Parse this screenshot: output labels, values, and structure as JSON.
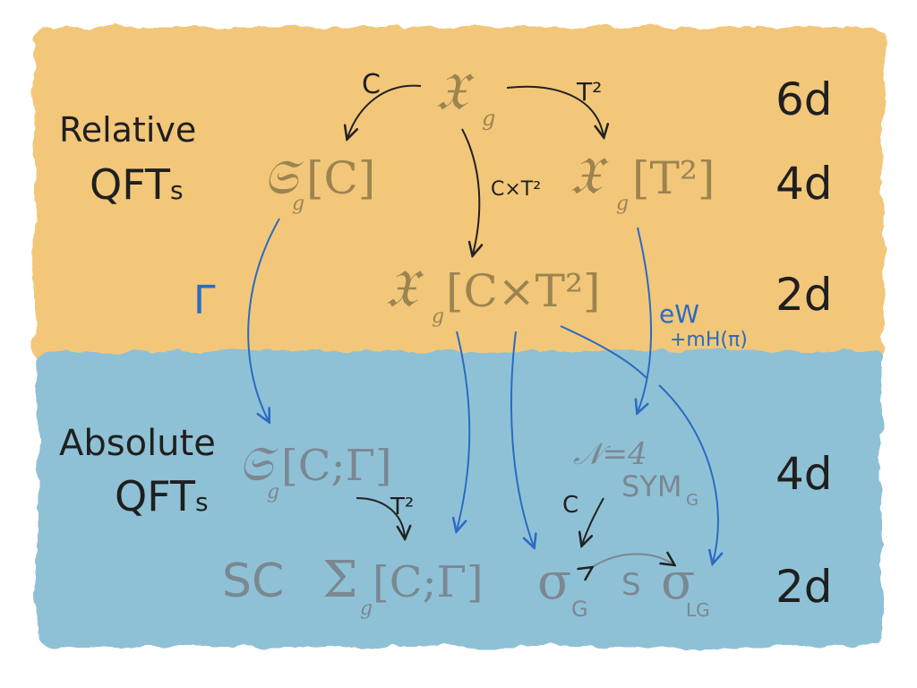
{
  "colors": {
    "relative_band": "#f2c77a",
    "absolute_band": "#8fc1d6",
    "arrow_black": "#222222",
    "arrow_blue": "#2a6bc2",
    "text_olive": "#9c8450",
    "text_gray": "#7b8891",
    "text_dark": "#1f1f1f"
  },
  "relative": {
    "label_line1": "Relative",
    "label_line2": "QFT",
    "label_sub": "s",
    "dims": [
      "6d",
      "4d",
      "2d"
    ],
    "nodes": {
      "top": {
        "base": "𝔛",
        "sub": "g"
      },
      "left": {
        "base": "𝔖",
        "sub": "g",
        "arg": "[C]"
      },
      "right": {
        "base": "𝔛",
        "sub": "g",
        "arg": "[T²]"
      },
      "center": {
        "base": "𝔛",
        "sub": "g",
        "arg": "[C×T²]"
      }
    },
    "edges": {
      "c": "C",
      "t2": "T²",
      "cxt2": "C×T²"
    }
  },
  "absolute": {
    "label_line1": "Absolute",
    "label_line2": "QFT",
    "label_sub": "s",
    "dims": [
      "4d",
      "2d"
    ],
    "nodes": {
      "sym_class": {
        "base": "𝔖",
        "sub": "g",
        "arg": "[C;Γ]"
      },
      "sci": {
        "prefix": "SC",
        "base": "Σ",
        "sub": "g",
        "arg": "[C;Γ]"
      },
      "n4": {
        "line1": "𝒩=4",
        "line2": "SYM",
        "sub": "G"
      },
      "sigma_g": {
        "base": "σ",
        "sub": "G"
      },
      "sigma_lg": {
        "base": "σ",
        "sub": "LG"
      }
    },
    "edges": {
      "t2": "T²",
      "c": "C",
      "s": "S"
    }
  },
  "cross": {
    "gamma": "Γ",
    "ew_line1": "eW",
    "ew_line2": "+mH(π)"
  }
}
